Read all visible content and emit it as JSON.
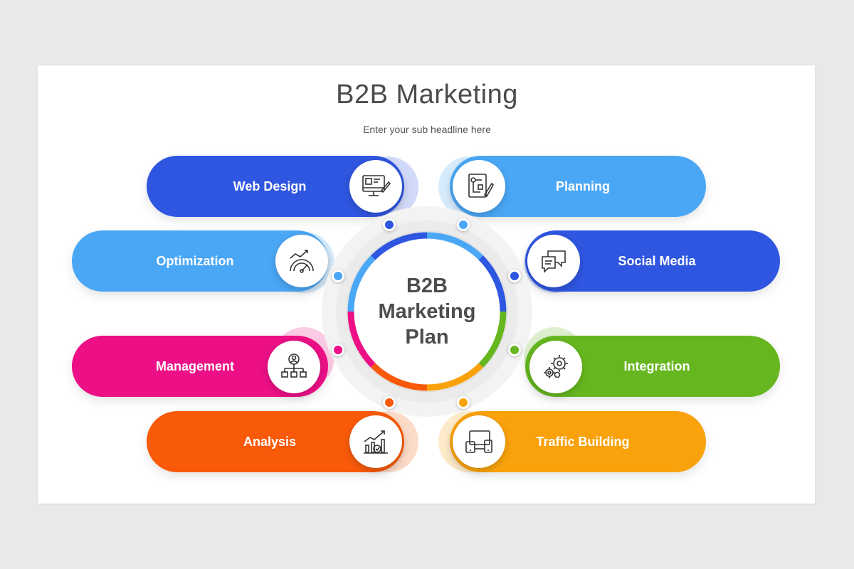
{
  "header": {
    "title": "B2B Marketing",
    "subtitle": "Enter your sub headline here"
  },
  "center": {
    "line1": "B2B",
    "line2": "Marketing",
    "line3": "Plan"
  },
  "items": [
    {
      "label": "Web Design",
      "color": "#2f56e0",
      "icon": "web-design-icon"
    },
    {
      "label": "Planning",
      "color": "#4aa7f5",
      "icon": "planning-icon"
    },
    {
      "label": "Optimization",
      "color": "#4aa7f5",
      "icon": "speedometer-icon"
    },
    {
      "label": "Social Media",
      "color": "#2f56e0",
      "icon": "chat-bubbles-icon"
    },
    {
      "label": "Management",
      "color": "#ec0f86",
      "icon": "org-chart-icon"
    },
    {
      "label": "Integration",
      "color": "#66b61f",
      "icon": "gears-icon"
    },
    {
      "label": "Analysis",
      "color": "#f85a0a",
      "icon": "growth-chart-icon"
    },
    {
      "label": "Traffic Building",
      "color": "#f9a20c",
      "icon": "devices-icon"
    }
  ]
}
